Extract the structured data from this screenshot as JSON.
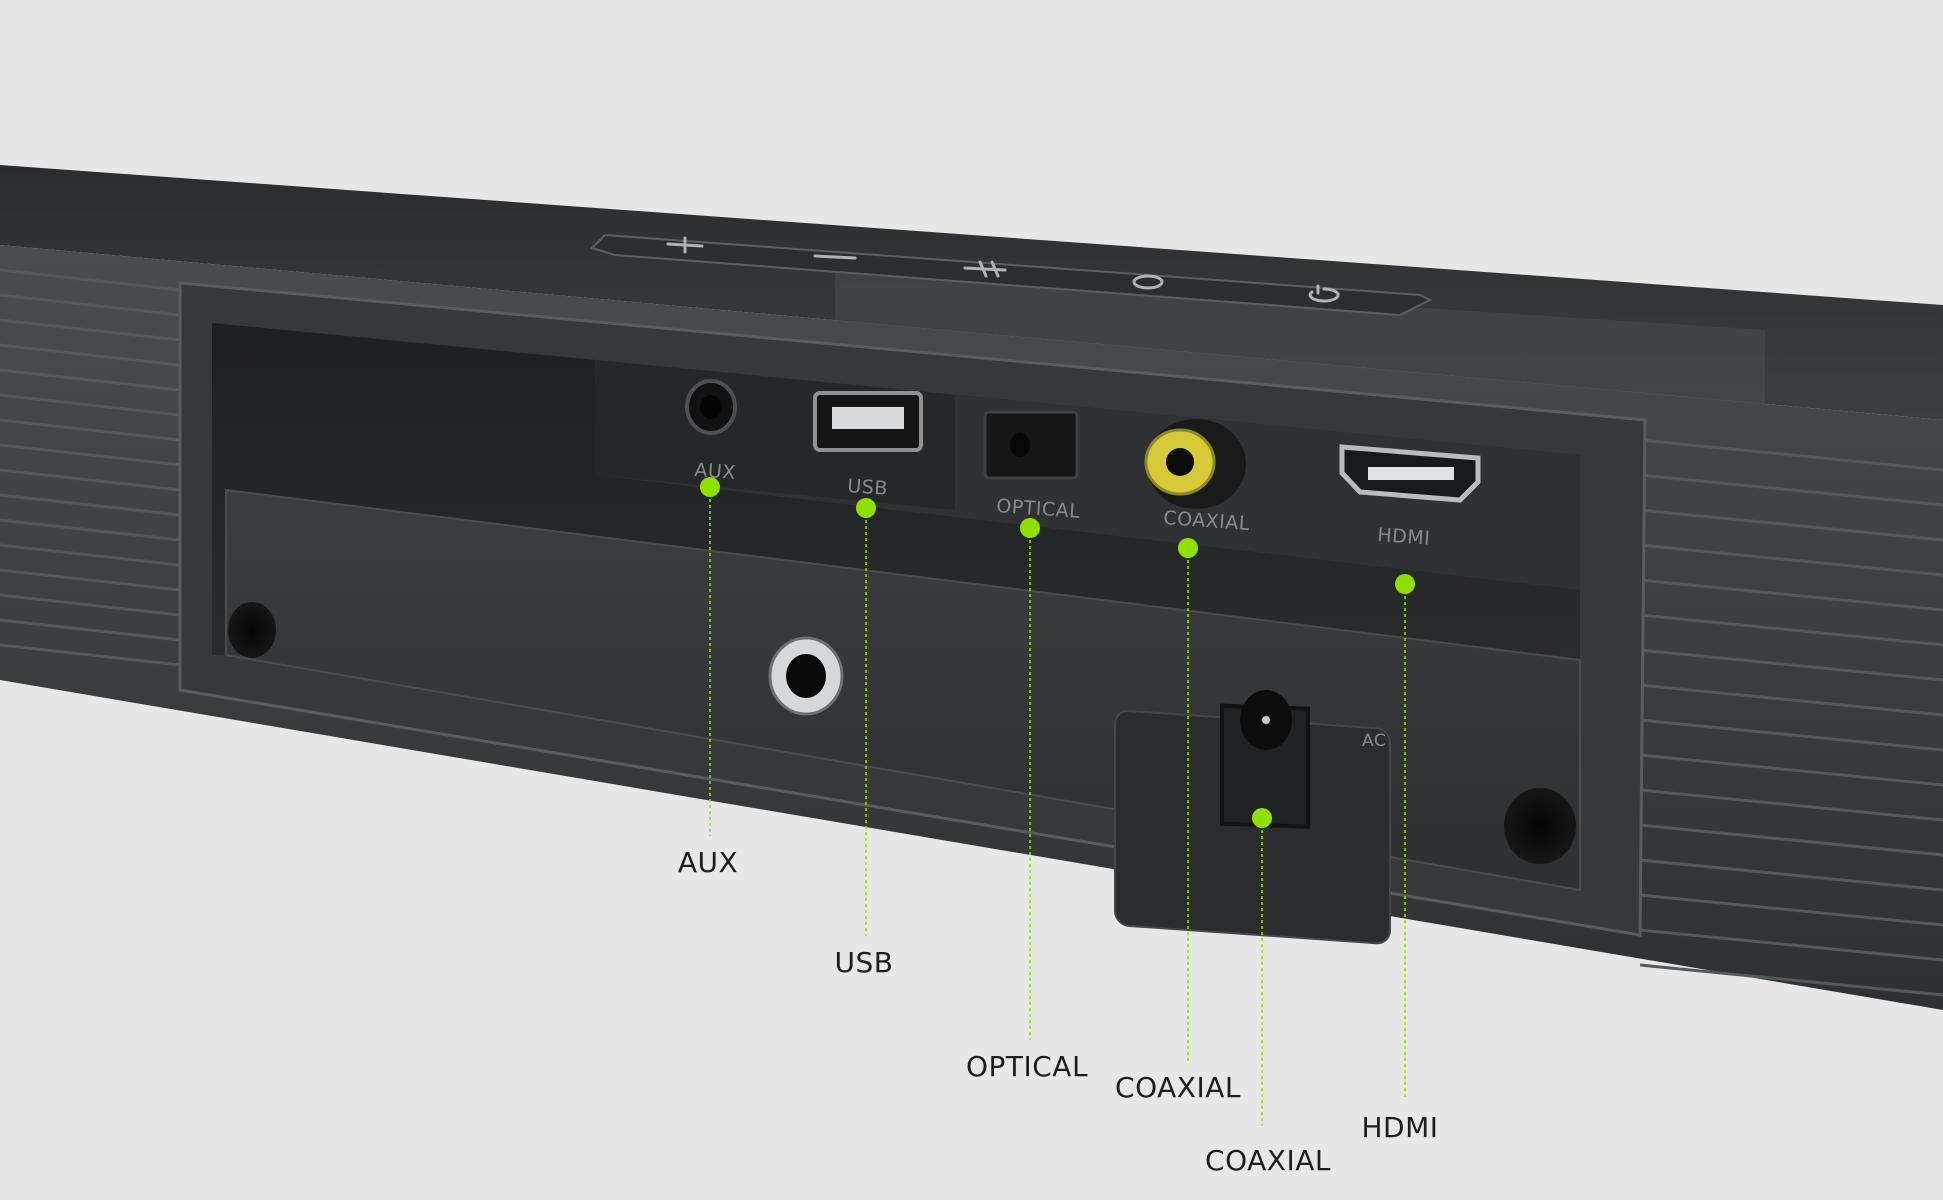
{
  "engraved_labels": {
    "aux": "AUX",
    "usb": "USB",
    "optical": "OPTICAL",
    "coaxial": "COAXIAL",
    "hdmi": "HDMI",
    "ac": "AC"
  },
  "callouts": [
    {
      "id": "aux",
      "label": "AUX"
    },
    {
      "id": "usb",
      "label": "USB"
    },
    {
      "id": "optical",
      "label": "OPTICAL"
    },
    {
      "id": "coaxial",
      "label": "COAXIAL"
    },
    {
      "id": "hdmi",
      "label": "HDMI"
    },
    {
      "id": "dc-power",
      "label": "COAXIAL"
    }
  ],
  "top_buttons": [
    {
      "icon": "plus-icon"
    },
    {
      "icon": "minus-icon"
    },
    {
      "icon": "bluetooth-icon"
    },
    {
      "icon": "mode-icon"
    },
    {
      "icon": "power-icon"
    }
  ],
  "colors": {
    "background": "#e7e7e7",
    "device_body": "#3a3c3e",
    "callout_accent": "#8fe000",
    "coaxial_ring": "#d6c93a"
  }
}
